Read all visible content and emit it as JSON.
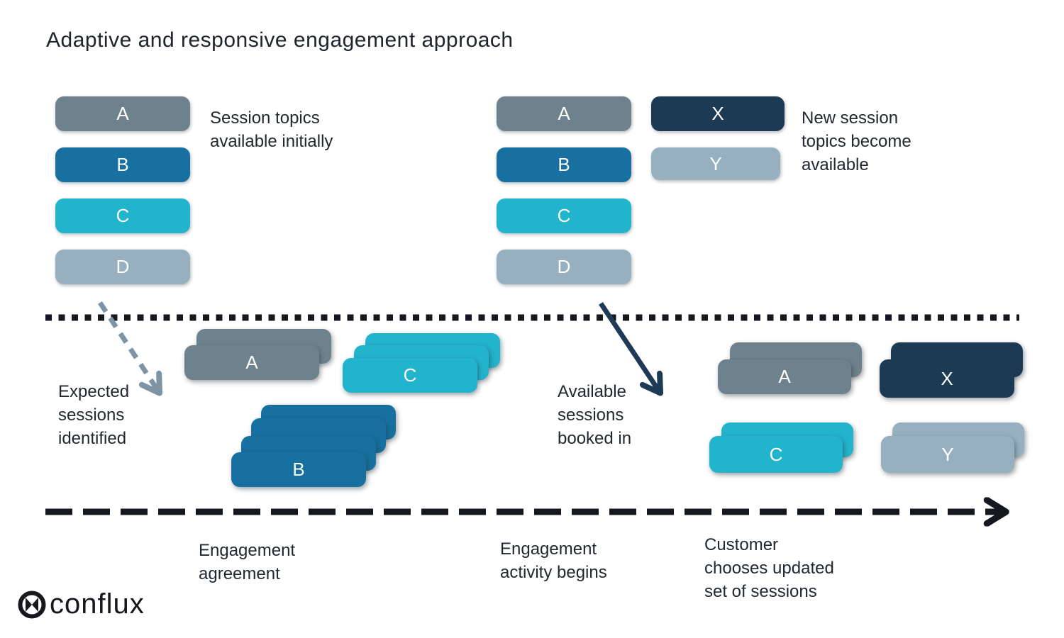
{
  "title": "Adaptive and responsive engagement approach",
  "colors": {
    "topic_a": "#6e828d",
    "topic_b": "#17709f",
    "topic_c": "#22b3cd",
    "topic_d": "#97b0bf",
    "topic_x": "#1d3a55",
    "topic_y": "#97b0bf",
    "text": "#212832",
    "arrow_slate": "#7e94a4",
    "arrow_navy": "#1e3a56",
    "timeline_black": "#15191f"
  },
  "topics": {
    "a": "A",
    "b": "B",
    "c": "C",
    "d": "D",
    "x": "X",
    "y": "Y"
  },
  "groups": {
    "initial": {
      "caption": "Session topics\navailable initially",
      "pills": [
        "A",
        "B",
        "C",
        "D"
      ]
    },
    "restated": {
      "pills": [
        "A",
        "B",
        "C",
        "D"
      ]
    },
    "new": {
      "caption": "New session\ntopics become\navailable",
      "pills": [
        "X",
        "Y"
      ]
    }
  },
  "annotations": {
    "expected": "Expected\nsessions\nidentified",
    "available": "Available\nsessions\nbooked in"
  },
  "stacks": {
    "expected_sessions": [
      {
        "topic": "A",
        "count": 2
      },
      {
        "topic": "C",
        "count": 3
      },
      {
        "topic": "B",
        "count": 4
      }
    ],
    "booked_sessions": [
      {
        "topic": "A",
        "count": 2
      },
      {
        "topic": "X",
        "count": 2
      },
      {
        "topic": "C",
        "count": 2
      },
      {
        "topic": "Y",
        "count": 2
      }
    ]
  },
  "stages": {
    "agreement": "Engagement\nagreement",
    "activity": "Engagement\nactivity begins",
    "updated": "Customer\nchooses updated\nset of sessions"
  },
  "logo": {
    "name": "conflux"
  }
}
